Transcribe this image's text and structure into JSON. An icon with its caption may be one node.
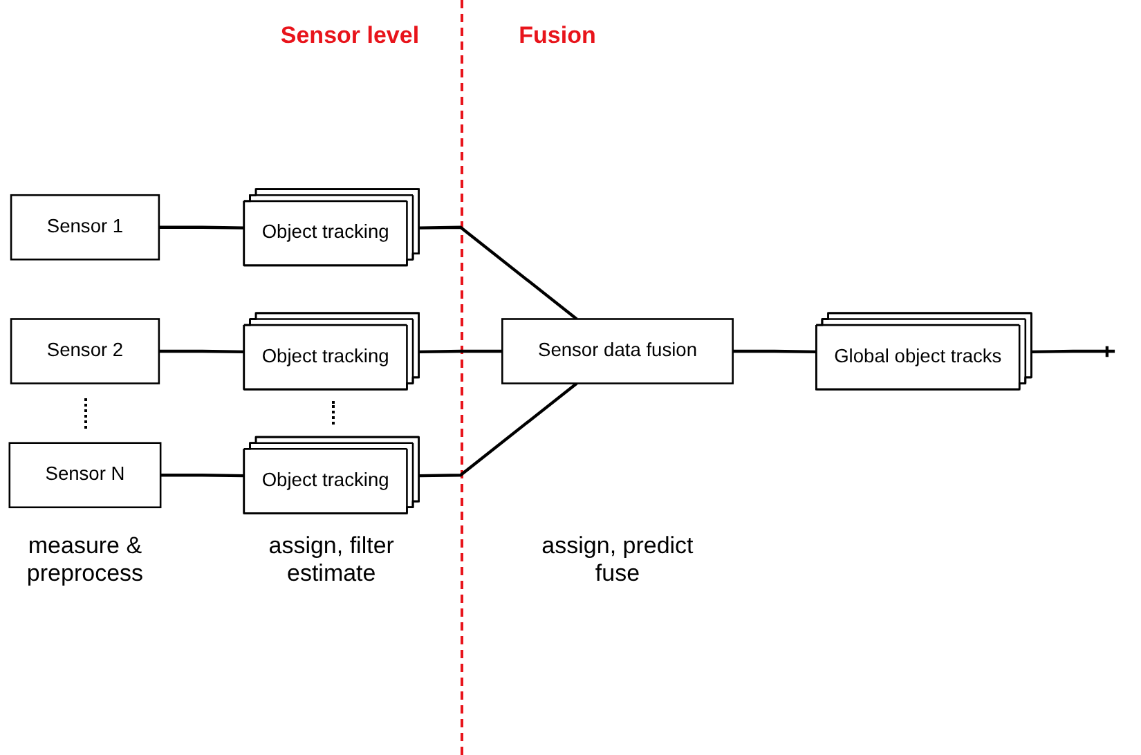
{
  "diagram": {
    "nodes": [
      {
        "text": [
          "Sensor 1"
        ]
      },
      {
        "text": [
          "Object tracking"
        ]
      },
      {
        "text": [
          "Sensor 2"
        ]
      },
      {
        "text": [
          "Object tracking"
        ]
      },
      {
        "text": [
          "Sensor N"
        ]
      },
      {
        "text": [
          "Object tracking"
        ]
      },
      {
        "text": [
          "Sensor data fusion"
        ]
      },
      {
        "text": [
          "Global object tracks"
        ]
      }
    ],
    "edges": [
      {
        "from": 0,
        "to": 1,
        "arrow": "none"
      },
      {
        "from": 2,
        "to": 3,
        "arrow": "none"
      },
      {
        "from": 4,
        "to": 5,
        "arrow": "none"
      },
      {
        "from": 1,
        "to": 6,
        "arrow": "none"
      },
      {
        "from": 3,
        "to": 6,
        "arrow": "none"
      },
      {
        "from": 5,
        "to": 6,
        "arrow": "none"
      },
      {
        "from": 6,
        "to": 7,
        "arrow": "none"
      },
      {
        "from": 7,
        "to": null,
        "arrow": "other"
      }
    ],
    "labels": [
      "Sensor level",
      "Fusion",
      "measure & preprocess",
      "assign, filter estimate",
      "assign, predict fuse"
    ]
  }
}
